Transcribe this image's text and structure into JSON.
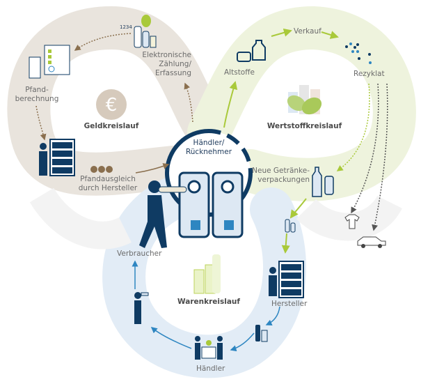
{
  "colors": {
    "money_loop": "#e9e4dd",
    "material_loop": "#eef3dd",
    "goods_loop": "#e2ecf6",
    "navy": "#0f3b63",
    "lime": "#a9c93a",
    "brown": "#8a6f4e",
    "blue": "#2e86c1"
  },
  "money_cycle": {
    "title": "Geldkreislauf",
    "icon": "euro-icon",
    "counter": "1234",
    "electronic_counting": [
      "Elektronische",
      "Zählung/",
      "Erfassung"
    ],
    "deposit_calculation": [
      "Pfand-",
      "berechnung"
    ],
    "deposit_settlement": [
      "Pfandausgleich",
      "durch Hersteller"
    ]
  },
  "material_cycle": {
    "title": "Wertstoffkreislauf",
    "old_materials": "Altstoffe",
    "sale": "Verkauf",
    "recyclate": "Rezyklat",
    "new_packaging": [
      "Neue Getränke-",
      "verpackungen"
    ]
  },
  "goods_cycle": {
    "title": "Warenkreislauf",
    "producer": "Hersteller",
    "retailer": "Händler",
    "consumer": "Verbraucher"
  },
  "hub": {
    "title": [
      "Händler/",
      "Rücknehmer"
    ]
  }
}
